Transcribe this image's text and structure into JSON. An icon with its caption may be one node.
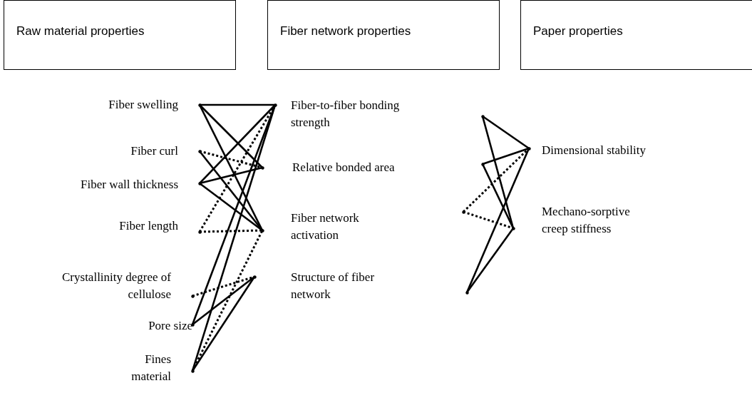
{
  "diagram": {
    "nodes": [
      {
        "text": [
          "Raw material properties"
        ]
      },
      {
        "text": [
          "Fiber network properties"
        ]
      },
      {
        "text": [
          "Paper properties"
        ]
      },
      {
        "text": [
          "Fiber swelling"
        ]
      },
      {
        "text": [
          "Fiber curl"
        ]
      },
      {
        "text": [
          "Fiber wall thickness"
        ]
      },
      {
        "text": [
          "Fiber length"
        ]
      },
      {
        "text": [
          "Crystallinity degree of cellulose"
        ]
      },
      {
        "text": [
          "Pore size"
        ]
      },
      {
        "text": [
          "Fines material"
        ]
      },
      {
        "text": [
          "Fiber-to-fiber bonding strength"
        ]
      },
      {
        "text": [
          "Relative bonded area"
        ]
      },
      {
        "text": [
          "Fiber network activation"
        ]
      },
      {
        "text": [
          "Structure of fiber network"
        ]
      },
      {
        "text": [
          "Dimensional stability"
        ]
      },
      {
        "text": [
          "Mechano-sorptive creep stiffness"
        ]
      }
    ],
    "edges": [
      {
        "from": 3,
        "to": 10,
        "arrow": "none"
      },
      {
        "from": 3,
        "to": 11,
        "arrow": "none"
      },
      {
        "from": 3,
        "to": 12,
        "arrow": "none"
      },
      {
        "from": 4,
        "to": 11,
        "arrow": "none",
        "style": "dashed"
      },
      {
        "from": 4,
        "to": 12,
        "arrow": "none"
      },
      {
        "from": 5,
        "to": 10,
        "arrow": "none"
      },
      {
        "from": 5,
        "to": 11,
        "arrow": "none"
      },
      {
        "from": 5,
        "to": 12,
        "arrow": "none"
      },
      {
        "from": 6,
        "to": 12,
        "arrow": "none",
        "style": "dashed"
      },
      {
        "from": 6,
        "to": 10,
        "arrow": "none",
        "style": "dashed"
      },
      {
        "from": 7,
        "to": 13,
        "arrow": "none",
        "style": "dashed"
      },
      {
        "from": 8,
        "to": 10,
        "arrow": "none"
      },
      {
        "from": 8,
        "to": 13,
        "arrow": "none"
      },
      {
        "from": 9,
        "to": 10,
        "arrow": "none"
      },
      {
        "from": 9,
        "to": 12,
        "arrow": "none",
        "style": "dashed"
      },
      {
        "from": 9,
        "to": 13,
        "arrow": "none"
      },
      {
        "from": 10,
        "to": 14,
        "arrow": "none"
      },
      {
        "from": 10,
        "to": 15,
        "arrow": "none"
      },
      {
        "from": 11,
        "to": 14,
        "arrow": "none"
      },
      {
        "from": 11,
        "to": 15,
        "arrow": "none"
      },
      {
        "from": 12,
        "to": 14,
        "arrow": "none",
        "style": "dashed"
      },
      {
        "from": 12,
        "to": 15,
        "arrow": "none",
        "style": "dashed"
      },
      {
        "from": 13,
        "to": 14,
        "arrow": "none"
      },
      {
        "from": 13,
        "to": 15,
        "arrow": "none"
      }
    ]
  }
}
